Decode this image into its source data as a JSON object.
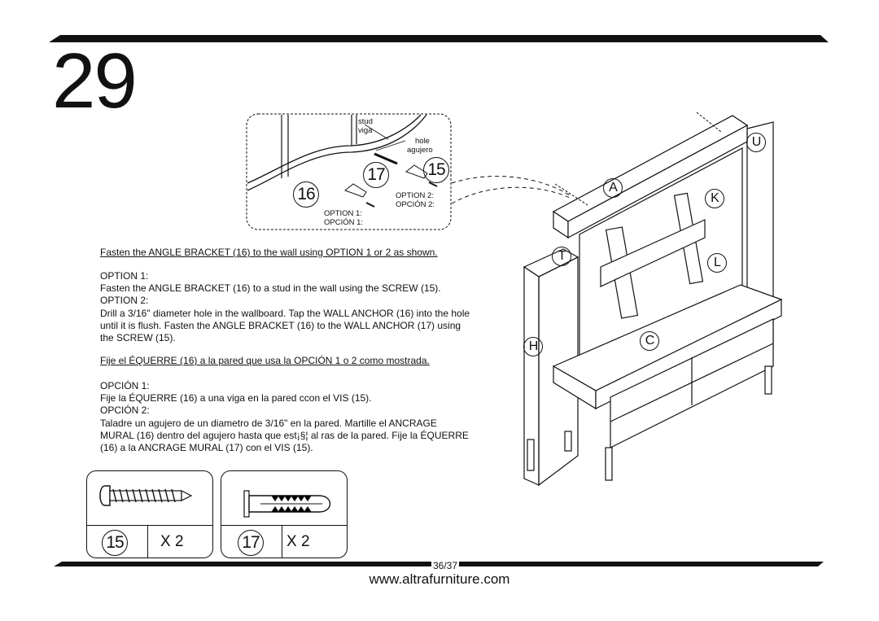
{
  "step": {
    "number": "29"
  },
  "detail": {
    "label_stud": "stud",
    "label_viga": "viga",
    "label_hole": "hole",
    "label_agujero": "agujero",
    "part_16": "16",
    "part_17": "17",
    "part_15": "15",
    "option1_en": "OPTION 1:",
    "option1_es": "OPCIÓN 1:",
    "option2_en": "OPTION 2:",
    "option2_es": "OPCIÓN 2:"
  },
  "instructions_en": {
    "heading": "Fasten the ANGLE BRACKET (16) to the wall using OPTION 1 or 2 as shown.",
    "option1_title": "OPTION 1:",
    "option1_text": "Fasten the ANGLE BRACKET (16) to a stud in the wall using the SCREW (15).",
    "option2_title": "OPTION 2:",
    "option2_line1": "Drill a 3/16\" diameter hole in the wallboard. Tap the WALL ANCHOR (16) into the hole",
    "option2_line2": "until it is flush. Fasten the ANGLE BRACKET (16) to the WALL ANCHOR (17) using",
    "option2_line3": "the SCREW (15)."
  },
  "instructions_es": {
    "heading": "Fije el ÉQUERRE (16)  a la pared que usa la OPCIÓN 1 o 2 como mostrada.",
    "option1_title": "OPCIÓN 1:",
    "option1_text": "Fije la ÉQUERRE (16) a una viga en la pared ccon el VIS (15).",
    "option2_title": "OPCIÓN 2:",
    "option2_line1": "Taladre un agujero de un diametro de 3/16\" en la pared. Martille el ANCRAGE",
    "option2_line2": "MURAL (16) dentro del agujero hasta que est¡§¦ al ras de la pared. Fije la ÉQUERRE",
    "option2_line3": "(16) a la ANCRAGE MURAL (17) con el VIS (15)."
  },
  "hardware": [
    {
      "part": "15",
      "qty": "X 2",
      "icon": "screw-icon"
    },
    {
      "part": "17",
      "qty": "X 2",
      "icon": "wall-anchor-icon"
    }
  ],
  "furniture_labels": {
    "A": "A",
    "U": "U",
    "K": "K",
    "T": "T",
    "L": "L",
    "C": "C",
    "H": "H"
  },
  "footer": {
    "page": "36/37",
    "url": "www.altrafurniture.com"
  }
}
